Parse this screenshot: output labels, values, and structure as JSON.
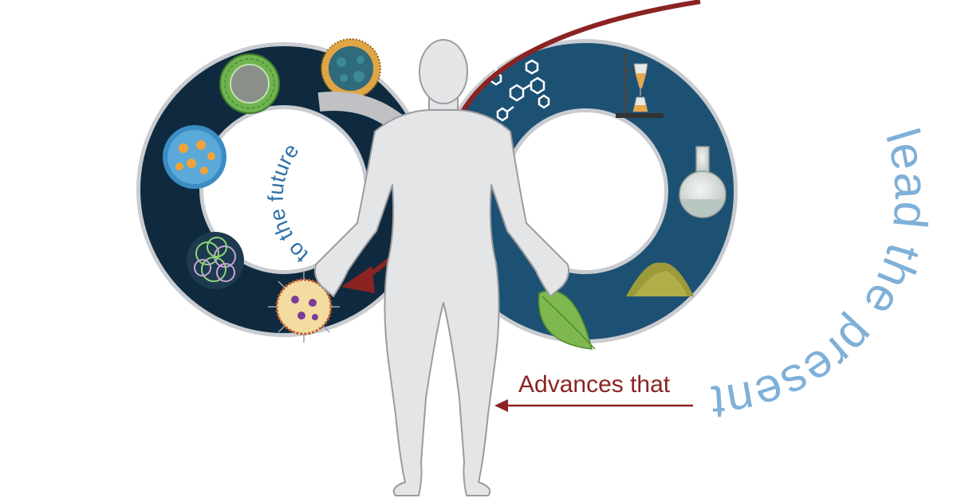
{
  "labels": {
    "advances": "Advances that",
    "lead": "lead the present",
    "future": "to the future"
  },
  "colors": {
    "background": "#ffffff",
    "ring_left": "#0f2a3e",
    "ring_right": "#1d5173",
    "ring_border": "#c9ccd0",
    "curved_text_light": "#7fb0d8",
    "curved_text_dark": "#2e6fa6",
    "accent_red": "#8b2323",
    "body_fill": "#e4e5e7",
    "body_stroke": "#9a9c9f",
    "arrow_gray": "#bfc1c4"
  },
  "icons": {
    "left_ring": [
      "epithelial-cell-icon",
      "nanoparticle-shell-icon",
      "vesicle-icon",
      "polymer-network-icon",
      "liposome-icon"
    ],
    "right_ring": [
      "molecule-structures-icon",
      "separatory-funnel-icon",
      "round-flask-icon",
      "powder-pile-icon",
      "leaf-icon"
    ],
    "center": "human-body-icon"
  }
}
